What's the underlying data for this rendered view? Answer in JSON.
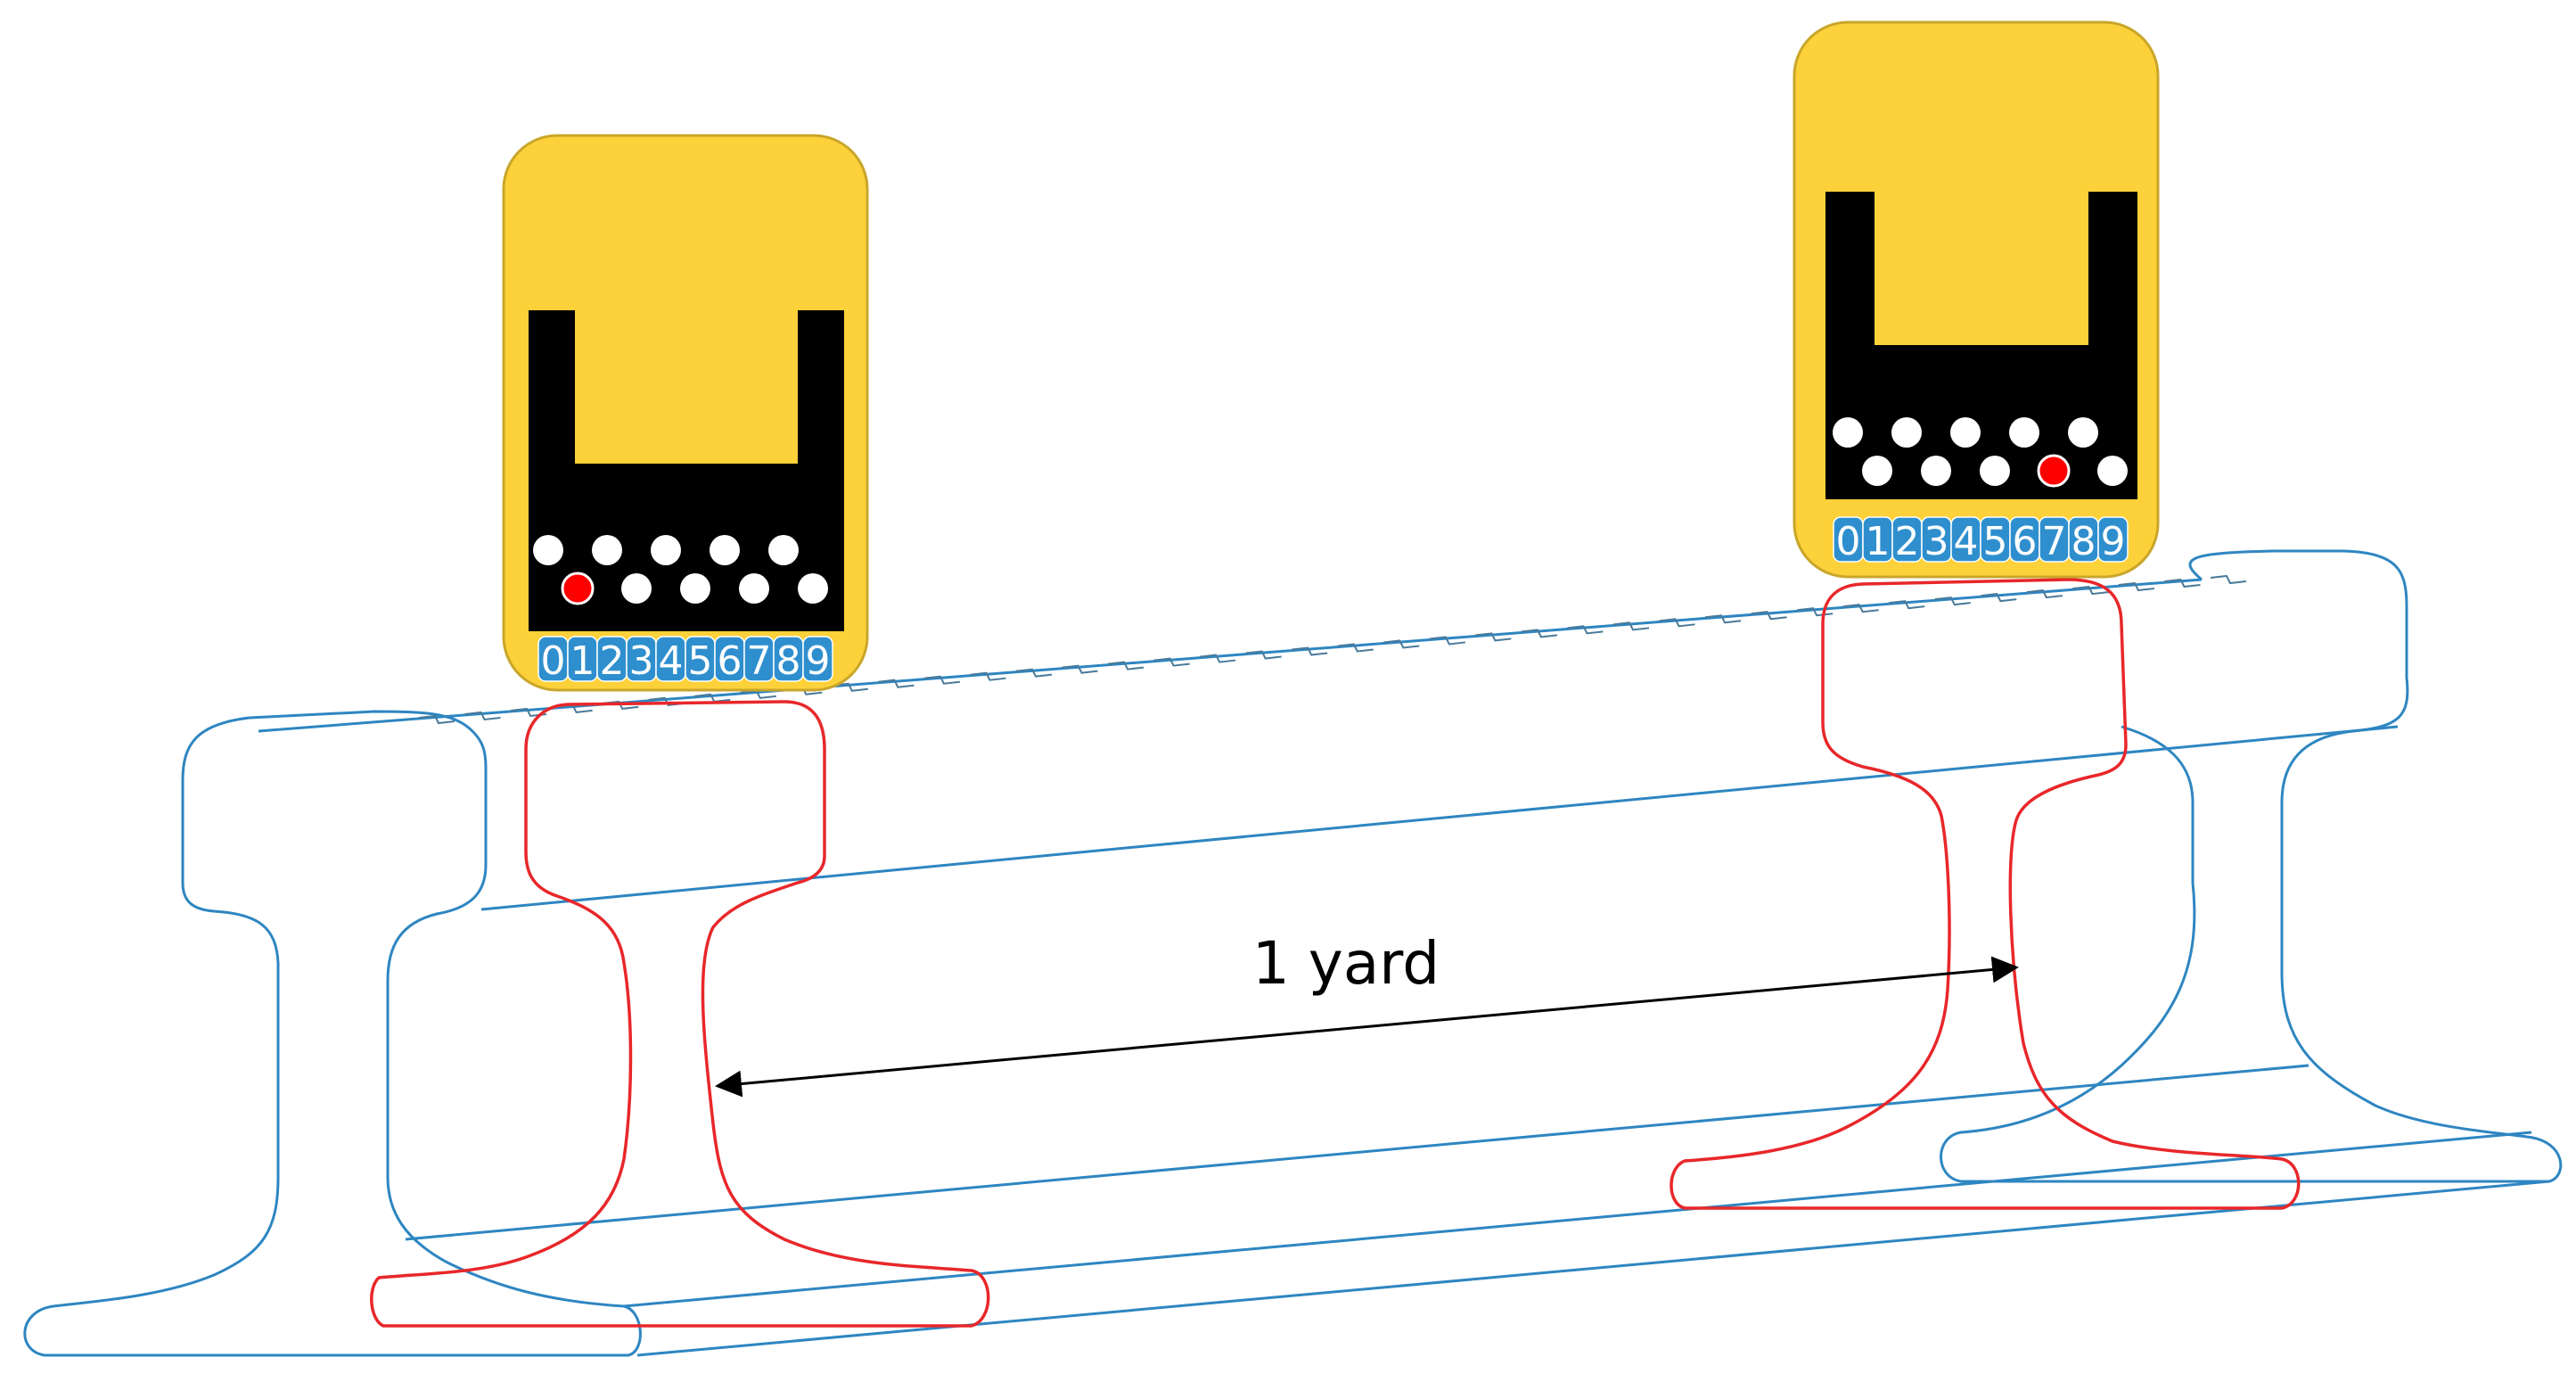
{
  "dimension": {
    "label": "1 yard"
  },
  "gauges": [
    {
      "name": "left",
      "digits": [
        "0",
        "1",
        "2",
        "3",
        "4",
        "5",
        "6",
        "7",
        "8",
        "9"
      ],
      "red_dot_index": 1
    },
    {
      "name": "right",
      "digits": [
        "0",
        "1",
        "2",
        "3",
        "4",
        "5",
        "6",
        "7",
        "8",
        "9"
      ],
      "red_dot_index": 7
    }
  ],
  "colors": {
    "rail": "#2e86c1",
    "section": "#e8272a",
    "gauge_body": "#fdd13a",
    "digit_box": "#2f8fce"
  }
}
